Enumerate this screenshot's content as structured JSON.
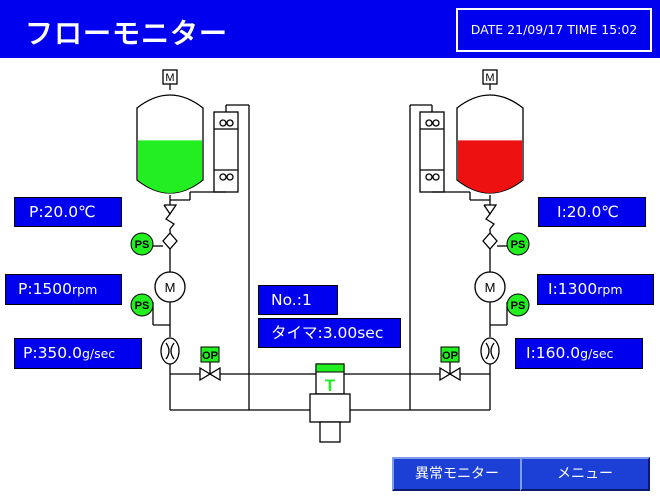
{
  "header": {
    "title": "フローモニター",
    "datetime": "DATE 21/09/17 TIME 15:02"
  },
  "left": {
    "temp": "P:20.0℃",
    "speed_value": "P:1500",
    "speed_unit": "rpm",
    "flow_value": "P:350.0",
    "flow_unit": "g/sec",
    "tank_fill_color": "#22ee22",
    "tank_level": 0.55
  },
  "right": {
    "temp": "I:20.0℃",
    "speed_value": "I:1300",
    "speed_unit": "rpm",
    "flow_value": "I:160.0",
    "flow_unit": "g/sec",
    "tank_fill_color": "#ee1111",
    "tank_level": 0.55
  },
  "center": {
    "number": "No.:1",
    "timer": "タイマ:3.00sec"
  },
  "labels": {
    "motor": "M",
    "pressure_switch": "PS",
    "open_valve": "OP",
    "mixer": "T"
  },
  "buttons": {
    "alarm_monitor": "異常モニター",
    "menu": "メニュー"
  },
  "colors": {
    "accent": "#0000ee",
    "indicator_green": "#22ee22"
  }
}
